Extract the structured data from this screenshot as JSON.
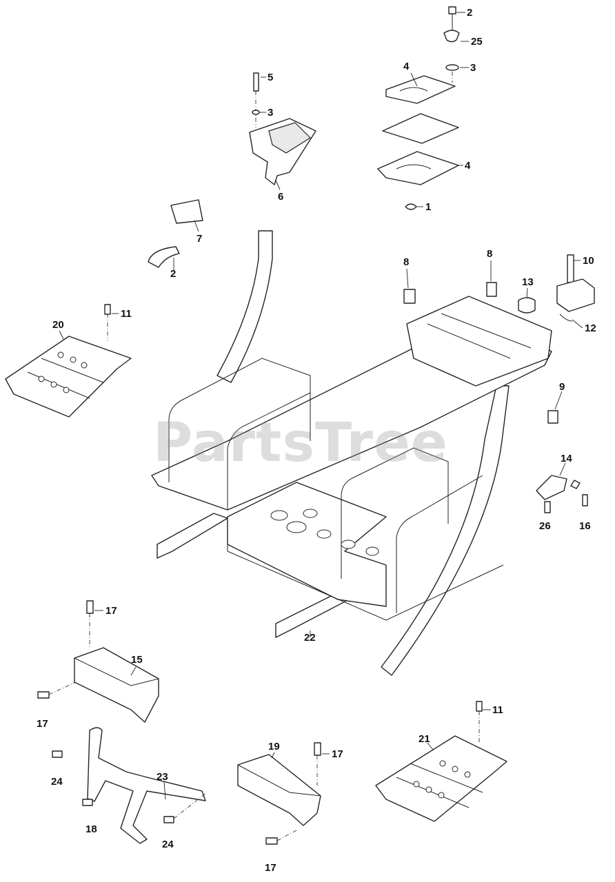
{
  "watermark": "PartsTree",
  "callouts": {
    "c1": "1",
    "c2a": "2",
    "c2b": "2",
    "c3a": "3",
    "c3b": "3",
    "c4a": "4",
    "c4b": "4",
    "c5": "5",
    "c6": "6",
    "c7": "7",
    "c8a": "8",
    "c8b": "8",
    "c9": "9",
    "c10": "10",
    "c11a": "11",
    "c11b": "11",
    "c12": "12",
    "c13": "13",
    "c14": "14",
    "c15": "15",
    "c16": "16",
    "c17a": "17",
    "c17b": "17",
    "c17c": "17",
    "c17d": "17",
    "c18": "18",
    "c19": "19",
    "c20": "20",
    "c21": "21",
    "c22": "22",
    "c23": "23",
    "c24a": "24",
    "c24b": "24",
    "c25": "25",
    "c26": "26"
  }
}
